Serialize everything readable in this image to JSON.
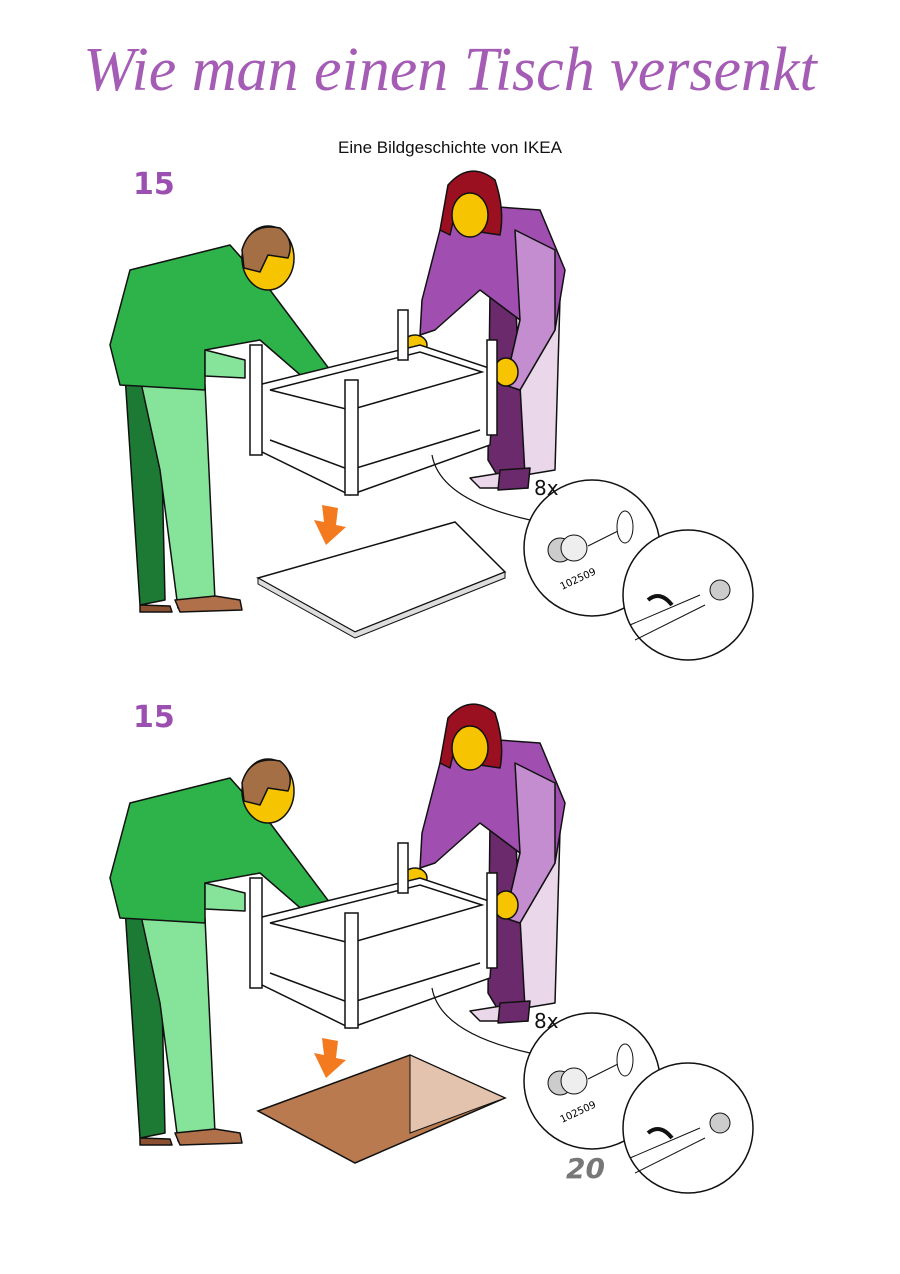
{
  "title": "Wie man einen Tisch versenkt",
  "subtitle": "Eine Bildgeschichte von IKEA",
  "panels": [
    {
      "step": "15",
      "quantity": "8x",
      "part_number": "102509",
      "scene": "board"
    },
    {
      "step": "15",
      "quantity": "8x",
      "part_number": "102509",
      "scene": "hole"
    }
  ],
  "page_number": "20",
  "colors": {
    "title": "#a45cb4",
    "shirt_green": "#2db34a",
    "pants_green": "#86e39a",
    "pants_dark_green": "#1d7a35",
    "top_purple": "#a04eb0",
    "pants_purple": "#6b2a6b",
    "pants_pink": "#ead7ea",
    "hair": "#9a1020",
    "skin": "#f6c400",
    "arrow": "#f47a20",
    "hole": "#b97a50",
    "hole_wall": "#e3c3ae"
  }
}
